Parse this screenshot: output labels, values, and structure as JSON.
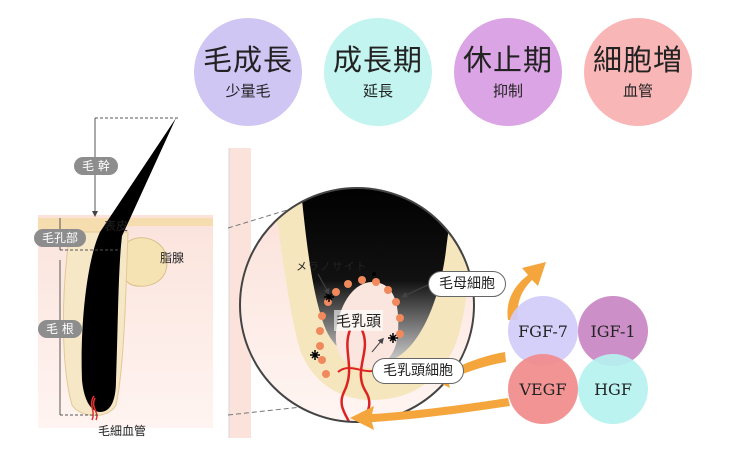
{
  "top_circles": [
    {
      "main": "毛成長",
      "sub": "少量毛",
      "color": "#cfc6f4"
    },
    {
      "main": "成長期",
      "sub": "延長",
      "color": "#c3f4ef"
    },
    {
      "main": "休止期",
      "sub": "抑制",
      "color": "#dba4e4"
    },
    {
      "main": "細胞増",
      "sub": "血管",
      "color": "#f9b6b6"
    }
  ],
  "left_diagram": {
    "shaft_tag": "毛 幹",
    "pore_tag": "毛孔部",
    "root_tag": "毛 根",
    "epidermis": "表皮",
    "sebaceous": "脂腺",
    "capillary": "毛細血管"
  },
  "zoom_diagram": {
    "melanocyte": "メラノサイト",
    "matrix_cell": "毛母細胞",
    "papilla": "毛乳頭",
    "papilla_cell": "毛乳頭細胞"
  },
  "growth_factors": [
    {
      "label": "FGF-7",
      "color": "#d2cdfa"
    },
    {
      "label": "IGF-1",
      "color": "#c986c4"
    },
    {
      "label": "VEGF",
      "color": "#f28c8c"
    },
    {
      "label": "HGF",
      "color": "#b6f2f0"
    }
  ]
}
